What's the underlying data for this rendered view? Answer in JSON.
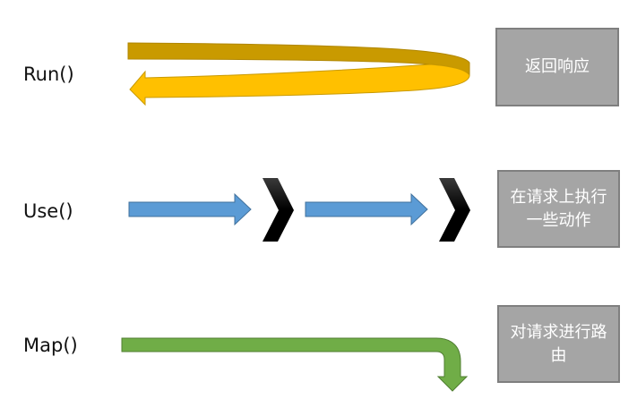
{
  "rows": [
    {
      "method": "Run()",
      "description": "返回响应"
    },
    {
      "method": "Use()",
      "description": "在请求上执行一些动作"
    },
    {
      "method": "Map()",
      "description": "对请求进行路由"
    }
  ],
  "colors": {
    "run_arrow_back": "#c99a00",
    "run_arrow_front": "#ffc000",
    "use_arrow": "#5b9bd5",
    "use_arrow_border": "#41719c",
    "chevron": "#000000",
    "map_arrow": "#70ad47",
    "map_arrow_border": "#507e32",
    "box_fill": "#a5a5a5",
    "box_border": "#7f7f7f"
  }
}
